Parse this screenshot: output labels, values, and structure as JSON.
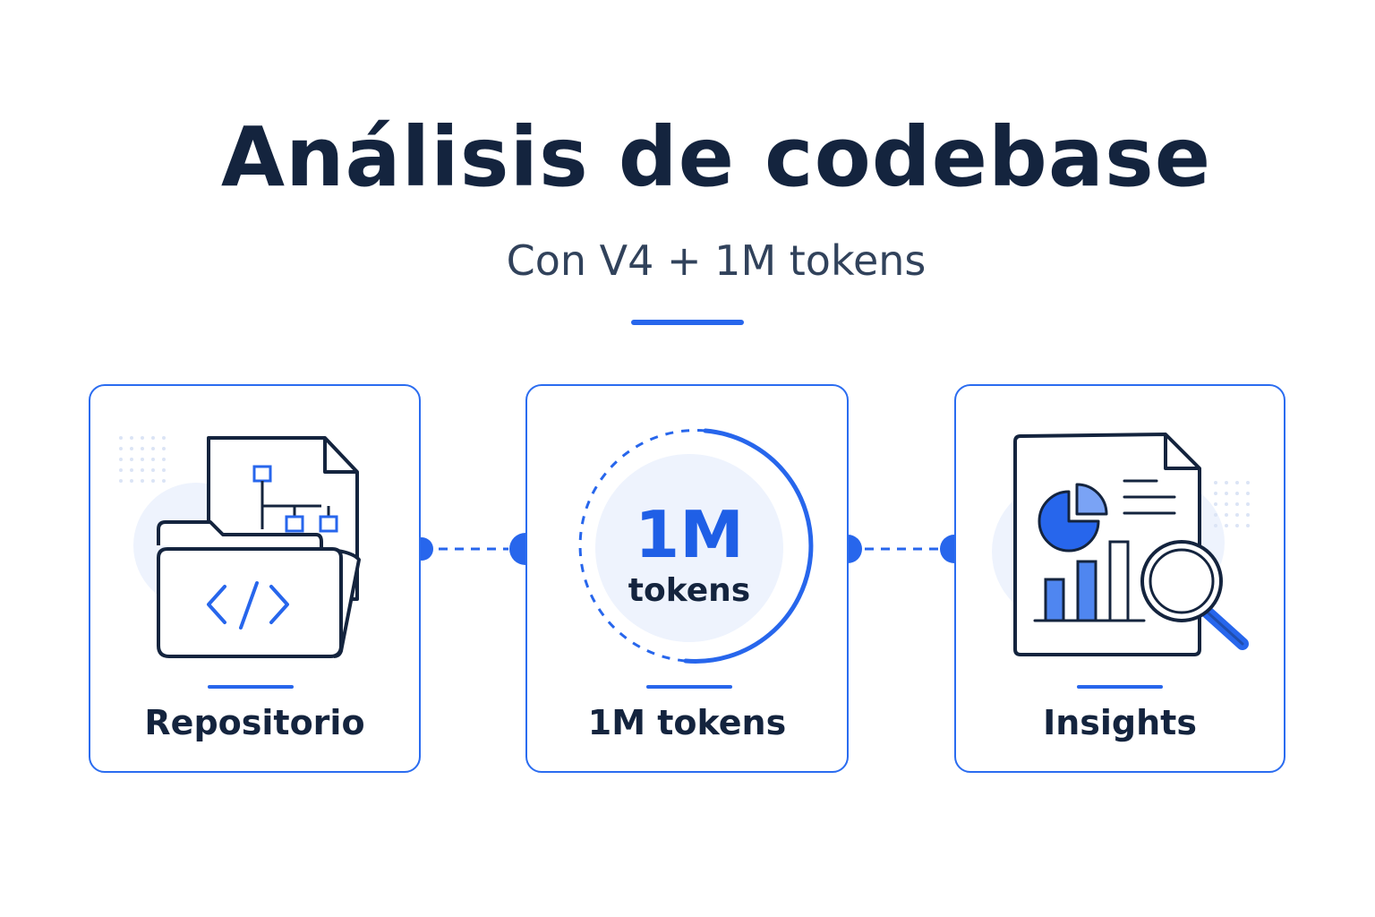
{
  "header": {
    "title": "Análisis de codebase",
    "subtitle": "Con V4 + 1M tokens"
  },
  "steps": [
    {
      "label": "Repositorio",
      "icon": "folder-code-icon"
    },
    {
      "label": "1M tokens",
      "icon": "token-gauge-icon",
      "badge_value": "1M",
      "badge_unit": "tokens"
    },
    {
      "label": "Insights",
      "icon": "report-analysis-icon"
    }
  ],
  "colors": {
    "accent": "#2766ec",
    "ink": "#14243e",
    "soft": "#eef3fd"
  }
}
